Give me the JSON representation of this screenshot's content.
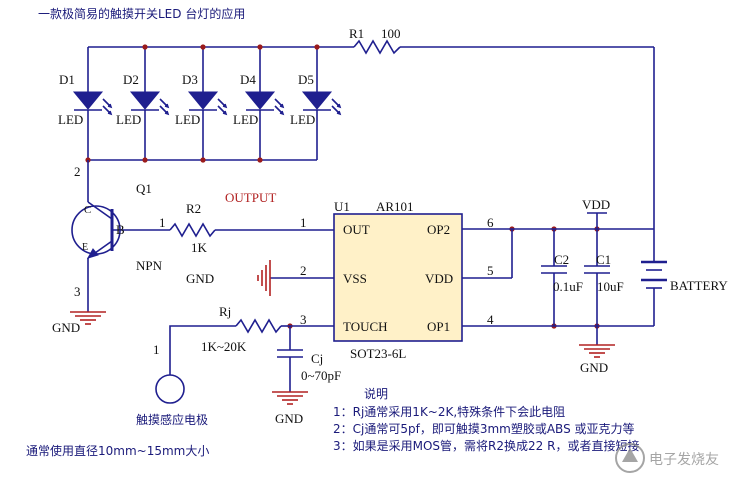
{
  "title": "一款极简易的触摸开关LED 台灯的应用",
  "leds": [
    {
      "ref": "D1",
      "value": "LED"
    },
    {
      "ref": "D2",
      "value": "LED"
    },
    {
      "ref": "D3",
      "value": "LED"
    },
    {
      "ref": "D4",
      "value": "LED"
    },
    {
      "ref": "D5",
      "value": "LED"
    }
  ],
  "r1": {
    "ref": "R1",
    "value": "100"
  },
  "q1": {
    "ref": "Q1",
    "type": "NPN",
    "pin_c": "2",
    "pin_b": "1",
    "pin_e": "3",
    "letter_c": "C",
    "letter_b": "B",
    "letter_e": "E"
  },
  "r2": {
    "ref": "R2",
    "value": "1K",
    "pin": "1"
  },
  "output_label": "OUTPUT",
  "ic": {
    "ref": "U1",
    "part": "AR101",
    "package": "SOT23-6L",
    "pins_left": [
      {
        "num": "1",
        "name": "OUT"
      },
      {
        "num": "2",
        "name": "VSS"
      },
      {
        "num": "3",
        "name": "TOUCH"
      }
    ],
    "pins_right": [
      {
        "num": "6",
        "name": "OP2"
      },
      {
        "num": "5",
        "name": "VDD"
      },
      {
        "num": "4",
        "name": "OP1"
      }
    ]
  },
  "rj": {
    "ref": "Rj",
    "value": "1K~20K"
  },
  "cj": {
    "ref": "Cj",
    "value": "0~70pF"
  },
  "c1": {
    "ref": "C1",
    "value": "10uF"
  },
  "c2": {
    "ref": "C2",
    "value": "0.1uF"
  },
  "vdd_label": "VDD",
  "battery_label": "BATTERY",
  "gnd_label": "GND",
  "electrode": {
    "pin": "1",
    "label": "触摸感应电极"
  },
  "notes": {
    "heading": "说明",
    "lines": [
      "1：Rj通常采用1K~2K,特殊条件下会此电阻",
      "2：Cj通常可5pf，即可触摸3mm塑胶或ABS 或亚克力等",
      "3：如果是采用MOS管，需将R2换成22 R，或者直接短接"
    ]
  },
  "diameter_note": "通常使用直径10mm~15mm大小",
  "watermark": "电子发烧友"
}
